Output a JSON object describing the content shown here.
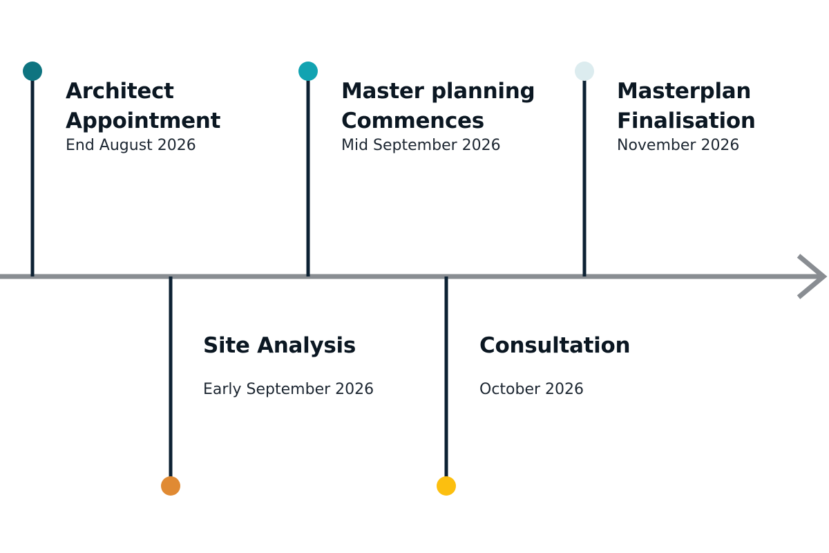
{
  "milestones": [
    {
      "title_line1": "Architect",
      "title_line2": "Appointment",
      "date": "End August 2026",
      "color": "#0e7480"
    },
    {
      "title_line1": "Site Analysis",
      "title_line2": "",
      "date": "Early September 2026",
      "color": "#e08a33"
    },
    {
      "title_line1": "Master planning",
      "title_line2": "Commences",
      "date": "Mid September 2026",
      "color": "#12a3b1"
    },
    {
      "title_line1": "Consultation",
      "title_line2": "",
      "date": "October 2026",
      "color": "#fcbf0f"
    },
    {
      "title_line1": "Masterplan",
      "title_line2": "Finalisation",
      "date": "November 2026",
      "color": "#dcecef"
    }
  ],
  "colors": {
    "axis": "#898d92",
    "stem": "#0c2133"
  }
}
